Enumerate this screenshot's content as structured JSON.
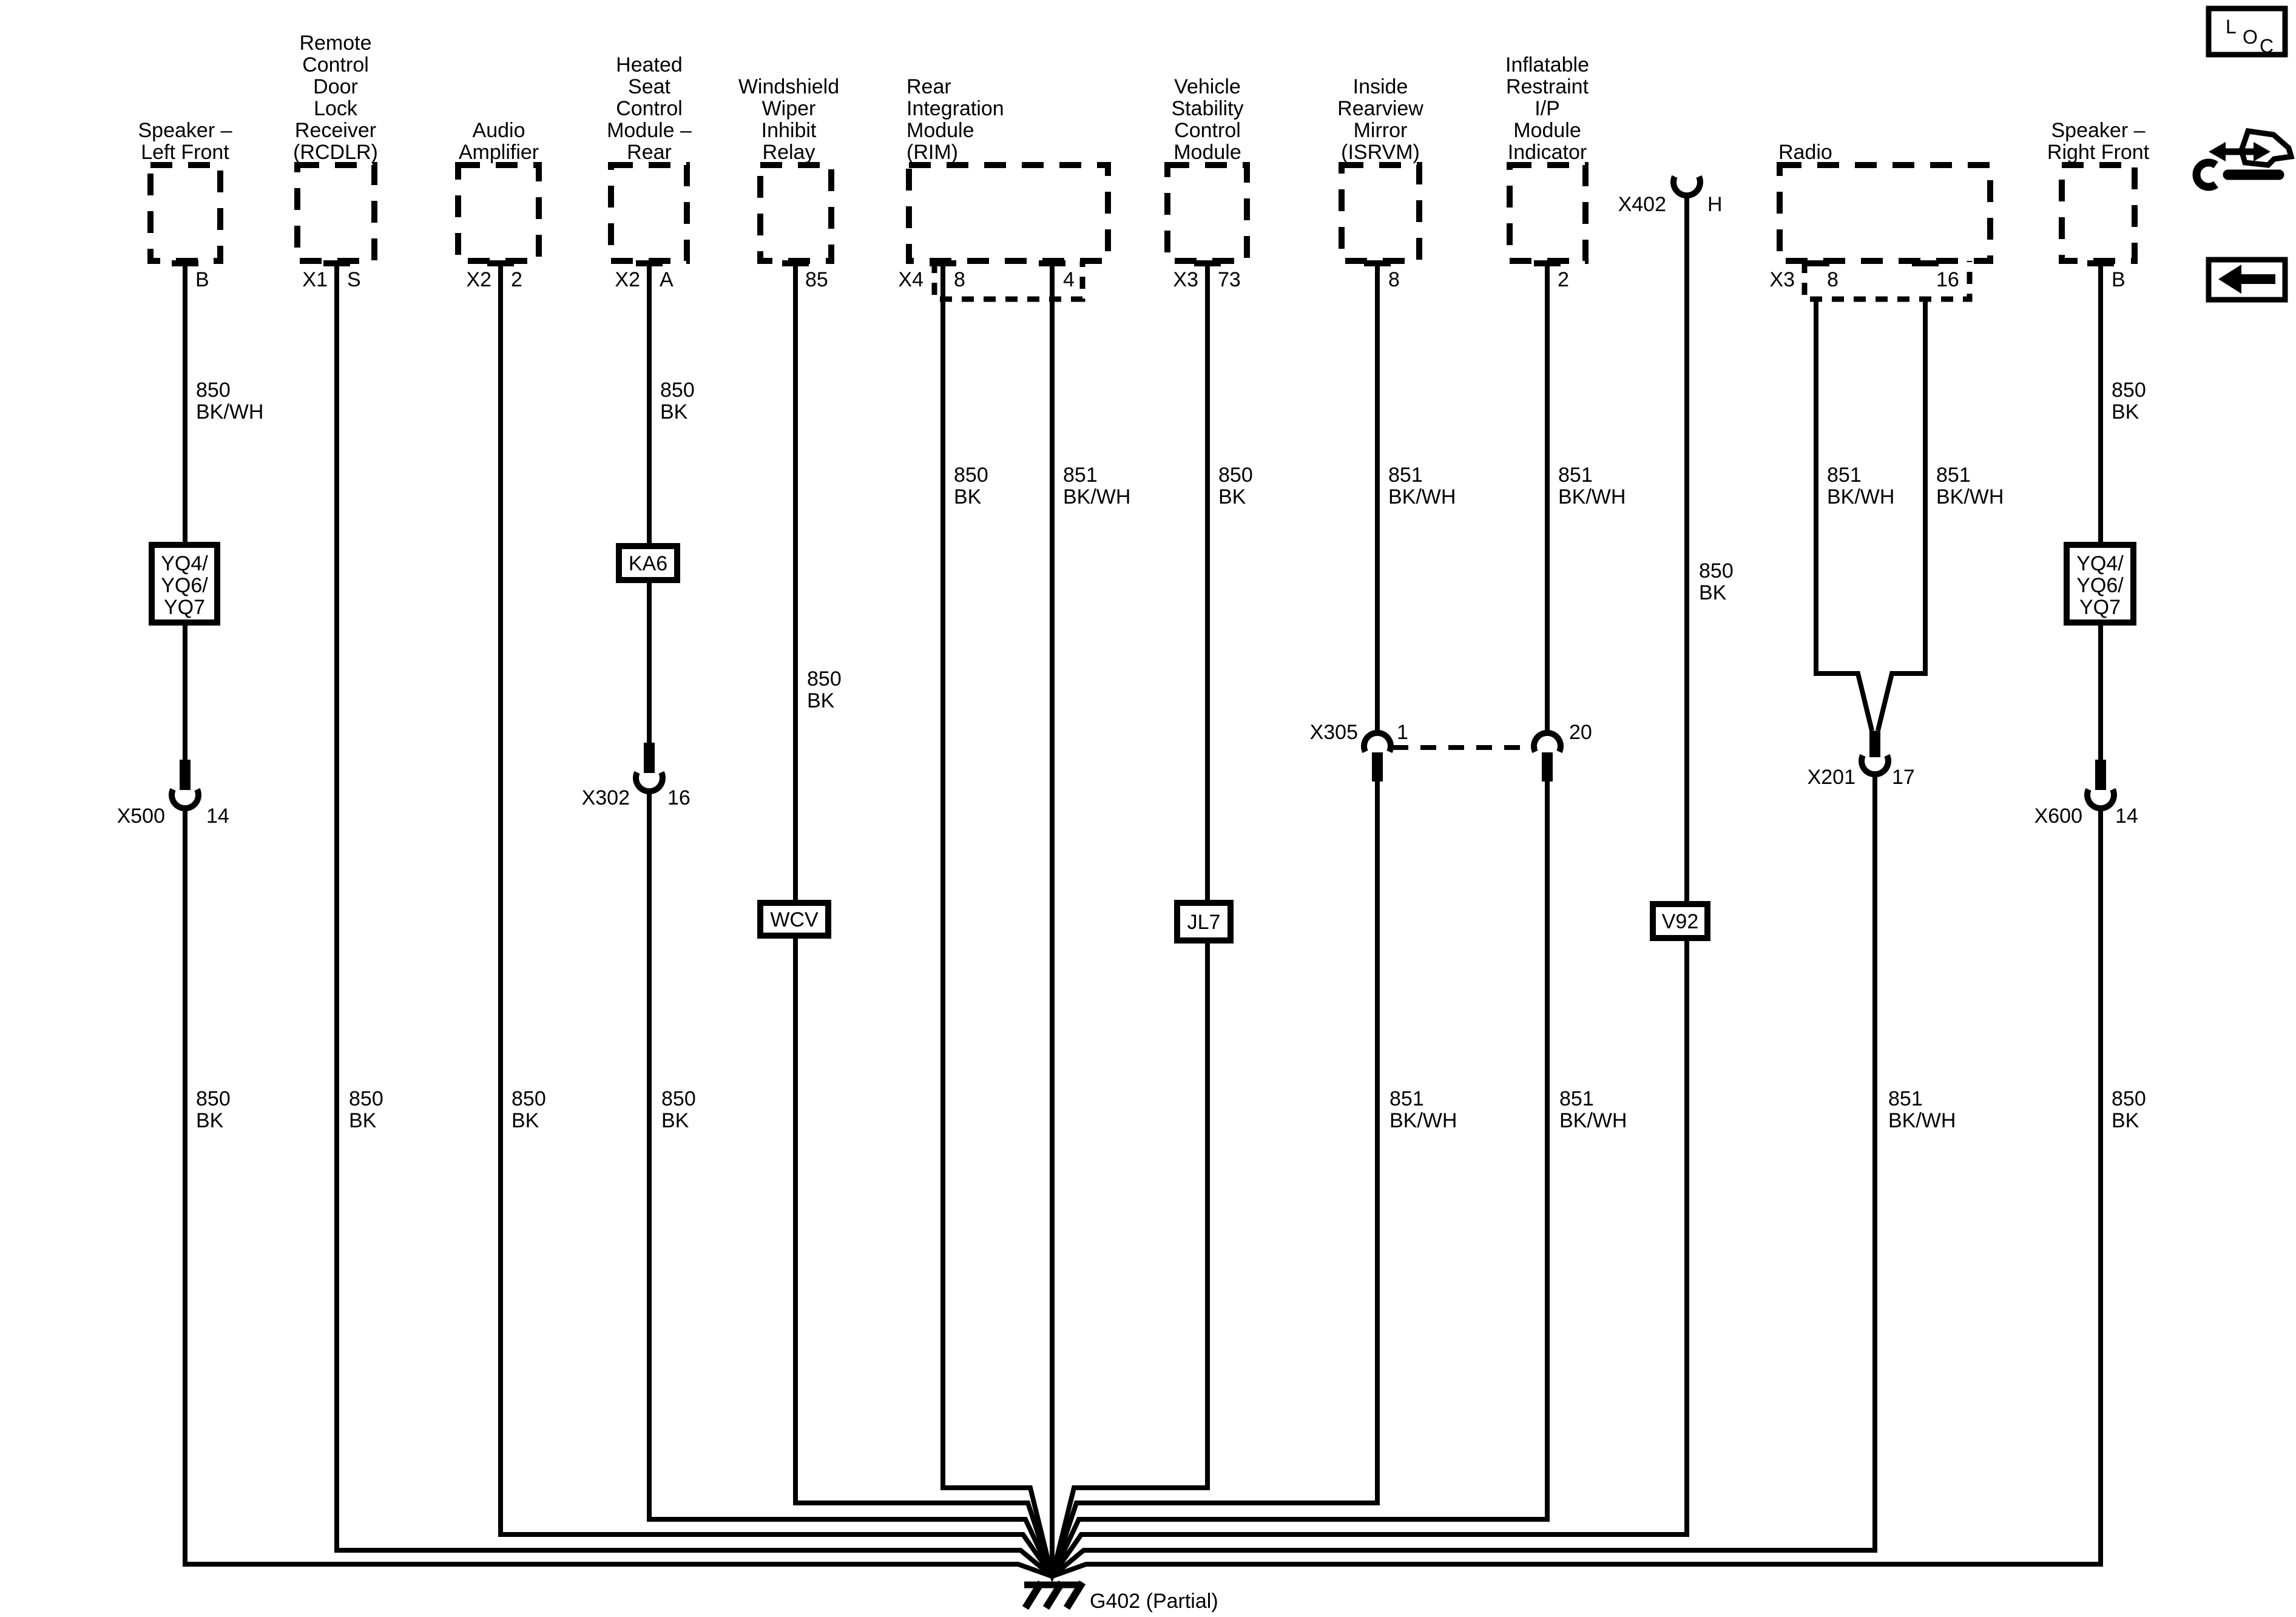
{
  "columns": {
    "speaker_lf": {
      "name_lines": [
        "Speaker –",
        "Left Front"
      ],
      "pin": "B",
      "wire_top": [
        "850",
        "BK/WH"
      ],
      "option_lines": [
        "YQ4/",
        "YQ6/",
        "YQ7"
      ],
      "connector": "X500",
      "connector_pin": "14",
      "wire_bottom": [
        "850",
        "BK"
      ]
    },
    "rcdlr": {
      "name_lines": [
        "Remote",
        "Control",
        "Door",
        "Lock",
        "Receiver",
        "(RCDLR)"
      ],
      "conn_label": "X1",
      "pin": "S",
      "wire_bottom": [
        "850",
        "BK"
      ]
    },
    "audio_amp": {
      "name_lines": [
        "Audio",
        "Amplifier"
      ],
      "conn_label": "X2",
      "pin": "2",
      "wire_bottom": [
        "850",
        "BK"
      ]
    },
    "heated_seat": {
      "name_lines": [
        "Heated",
        "Seat",
        "Control",
        "Module –",
        "Rear"
      ],
      "conn_label": "X2",
      "pin": "A",
      "wire_top": [
        "850",
        "BK"
      ],
      "option": "KA6",
      "connector": "X302",
      "connector_pin": "16",
      "wire_bottom": [
        "850",
        "BK"
      ]
    },
    "wiper_relay": {
      "name_lines": [
        "Windshield",
        "Wiper",
        "Inhibit",
        "Relay"
      ],
      "pin": "85",
      "wire_mid": [
        "850",
        "BK"
      ],
      "option": "WCV"
    },
    "rim": {
      "name_lines": [
        "Rear",
        "Integration",
        "Module",
        "(RIM)"
      ],
      "conn_label": "X4",
      "pin_a": "8",
      "pin_b": "4",
      "wire_a": [
        "850",
        "BK"
      ],
      "wire_b": [
        "851",
        "BK/WH"
      ]
    },
    "vscm": {
      "name_lines": [
        "Vehicle",
        "Stability",
        "Control",
        "Module"
      ],
      "conn_label": "X3",
      "pin": "73",
      "wire_top": [
        "850",
        "BK"
      ],
      "option": "JL7"
    },
    "isrvm": {
      "name_lines": [
        "Inside",
        "Rearview",
        "Mirror",
        "(ISRVM)"
      ],
      "pin": "8",
      "wire_top": [
        "851",
        "BK/WH"
      ],
      "wire_bottom": [
        "851",
        "BK/WH"
      ]
    },
    "airbag_indicator": {
      "name_lines": [
        "Inflatable",
        "Restraint",
        "I/P",
        "Module",
        "Indicator"
      ],
      "pin": "2",
      "wire_top": [
        "851",
        "BK/WH"
      ],
      "wire_bottom": [
        "851",
        "BK/WH"
      ]
    },
    "x402_branch": {
      "connector": "X402",
      "connector_pin": "H",
      "wire": [
        "850",
        "BK"
      ],
      "option": "V92"
    },
    "radio": {
      "name_lines": [
        "Radio"
      ],
      "conn_label": "X3",
      "pin_a": "8",
      "pin_b": "16",
      "wire_a": [
        "851",
        "BK/WH"
      ],
      "wire_b": [
        "851",
        "BK/WH"
      ],
      "connector": "X201",
      "connector_pin": "17",
      "wire_bottom": [
        "851",
        "BK/WH"
      ]
    },
    "speaker_rf": {
      "name_lines": [
        "Speaker –",
        "Right Front"
      ],
      "pin": "B",
      "wire_top": [
        "850",
        "BK"
      ],
      "option_lines": [
        "YQ4/",
        "YQ6/",
        "YQ7"
      ],
      "connector": "X600",
      "connector_pin": "14",
      "wire_bottom": [
        "850",
        "BK"
      ]
    }
  },
  "x305": {
    "label": "X305",
    "pin_left": "1",
    "pin_right": "20"
  },
  "ground": {
    "label": "G402 (Partial)"
  },
  "icons": {
    "loc": [
      "L",
      "O",
      "C"
    ]
  }
}
